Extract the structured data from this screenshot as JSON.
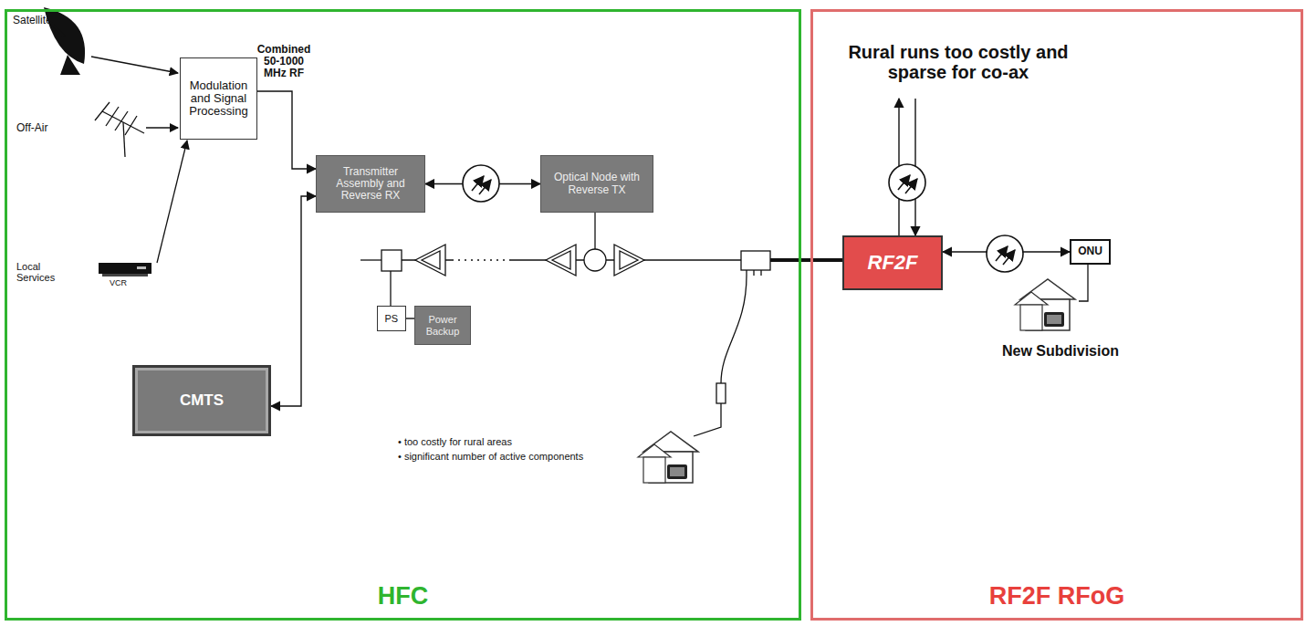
{
  "diagram": {
    "nodes": [
      {
        "text": [
          "HFC"
        ]
      },
      {
        "text": [
          "Modulation and Signal Processing"
        ],
        "in": 0
      },
      {
        "text": [
          "Transmitter Assembly and Reverse RX"
        ],
        "in": 0
      },
      {
        "text": [
          "Optical Node with Reverse TX"
        ],
        "in": 0
      },
      {
        "text": [
          "CMTS"
        ],
        "in": 0
      },
      {
        "text": [
          "PS"
        ],
        "in": 0
      },
      {
        "text": [
          "Power Backup"
        ],
        "in": 0
      },
      {
        "text": [
          "RF2F RFoG"
        ]
      },
      {
        "text": [
          "RF2F"
        ],
        "in": 7
      },
      {
        "text": [
          "ONU"
        ],
        "in": 7
      }
    ],
    "edges": [
      {
        "from": 1,
        "to": 2,
        "arrow": "to"
      },
      {
        "from": 4,
        "to": 2,
        "arrow": "both"
      },
      {
        "from": 2,
        "to": 3,
        "arrow": "both"
      },
      {
        "from": 5,
        "to": 6,
        "arrow": "none"
      },
      {
        "from": 8,
        "to": 9,
        "arrow": "both"
      }
    ],
    "labels": [
      "Satellite",
      "Off-Air",
      "Local Services",
      "VCR",
      "Combined 50-1000 MHz RF",
      "• too costly for rural areas",
      "• significant number of active components",
      "Rural runs too costly and sparse for co-ax",
      "New Subdivision"
    ]
  }
}
